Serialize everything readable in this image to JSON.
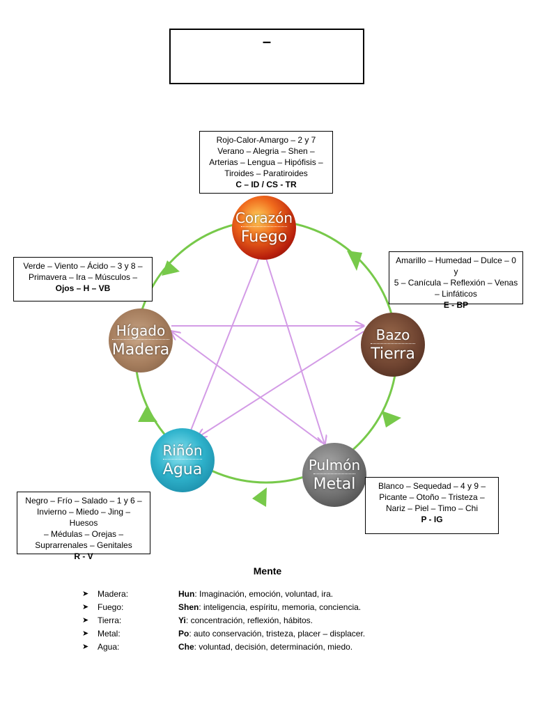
{
  "title": {
    "text": "–"
  },
  "nodes": [
    {
      "id": "fuego",
      "organ": "Corazón",
      "element": "Fuego"
    },
    {
      "id": "tierra",
      "organ": "Bazo",
      "element": "Tierra"
    },
    {
      "id": "metal",
      "organ": "Pulmón",
      "element": "Metal"
    },
    {
      "id": "agua",
      "organ": "Riñón",
      "element": "Agua"
    },
    {
      "id": "madera",
      "organ": "Hígado",
      "element": "Madera"
    }
  ],
  "info": {
    "fuego": {
      "lines": [
        "Rojo-Calor-Amargo – 2 y 7",
        "Verano – Alegria – Shen –",
        "Arterias – Lengua – Hipófisis –",
        "Tiroides – Paratiroides"
      ],
      "code": "C – ID / CS - TR"
    },
    "madera": {
      "lines": [
        "Verde – Viento – Ácido – 3 y 8 –",
        "Primavera – Ira – Músculos –"
      ],
      "code": "Ojos – H – VB"
    },
    "tierra": {
      "lines": [
        "Amarillo – Humedad – Dulce – 0 y",
        "5 – Canícula – Reflexión – Venas",
        "– Linfáticos"
      ],
      "code": "E - BP"
    },
    "metal": {
      "lines": [
        "Blanco – Sequedad – 4 y 9 –",
        "Picante – Otoño – Tristeza –",
        "Nariz – Piel – Timo – Chi"
      ],
      "code": "P - IG"
    },
    "agua": {
      "lines": [
        "Negro – Frío – Salado – 1 y 6 –",
        "Invierno – Miedo – Jing – Huesos",
        "– Médulas – Orejas –",
        "Suprarrenales – Genitales"
      ],
      "code": "R - V"
    }
  },
  "colors": {
    "cycle": "#77c94a",
    "star": "#d39be6"
  },
  "mente": {
    "title": "Mente",
    "items": [
      {
        "label": "Madera:",
        "key": "Hun",
        "desc": ": Imaginación, emoción, voluntad, ira."
      },
      {
        "label": "Fuego:",
        "key": "Shen",
        "desc": ": inteligencia, espíritu, memoria, conciencia."
      },
      {
        "label": "Tierra:",
        "key": "Yi",
        "desc": ": concentración, reflexión, hábitos."
      },
      {
        "label": "Metal:",
        "key": "Po",
        "desc": ": auto conservación, tristeza, placer – displacer."
      },
      {
        "label": "Agua:",
        "key": "Che",
        "desc": ": voluntad, decisión, determinación,  miedo."
      }
    ]
  }
}
